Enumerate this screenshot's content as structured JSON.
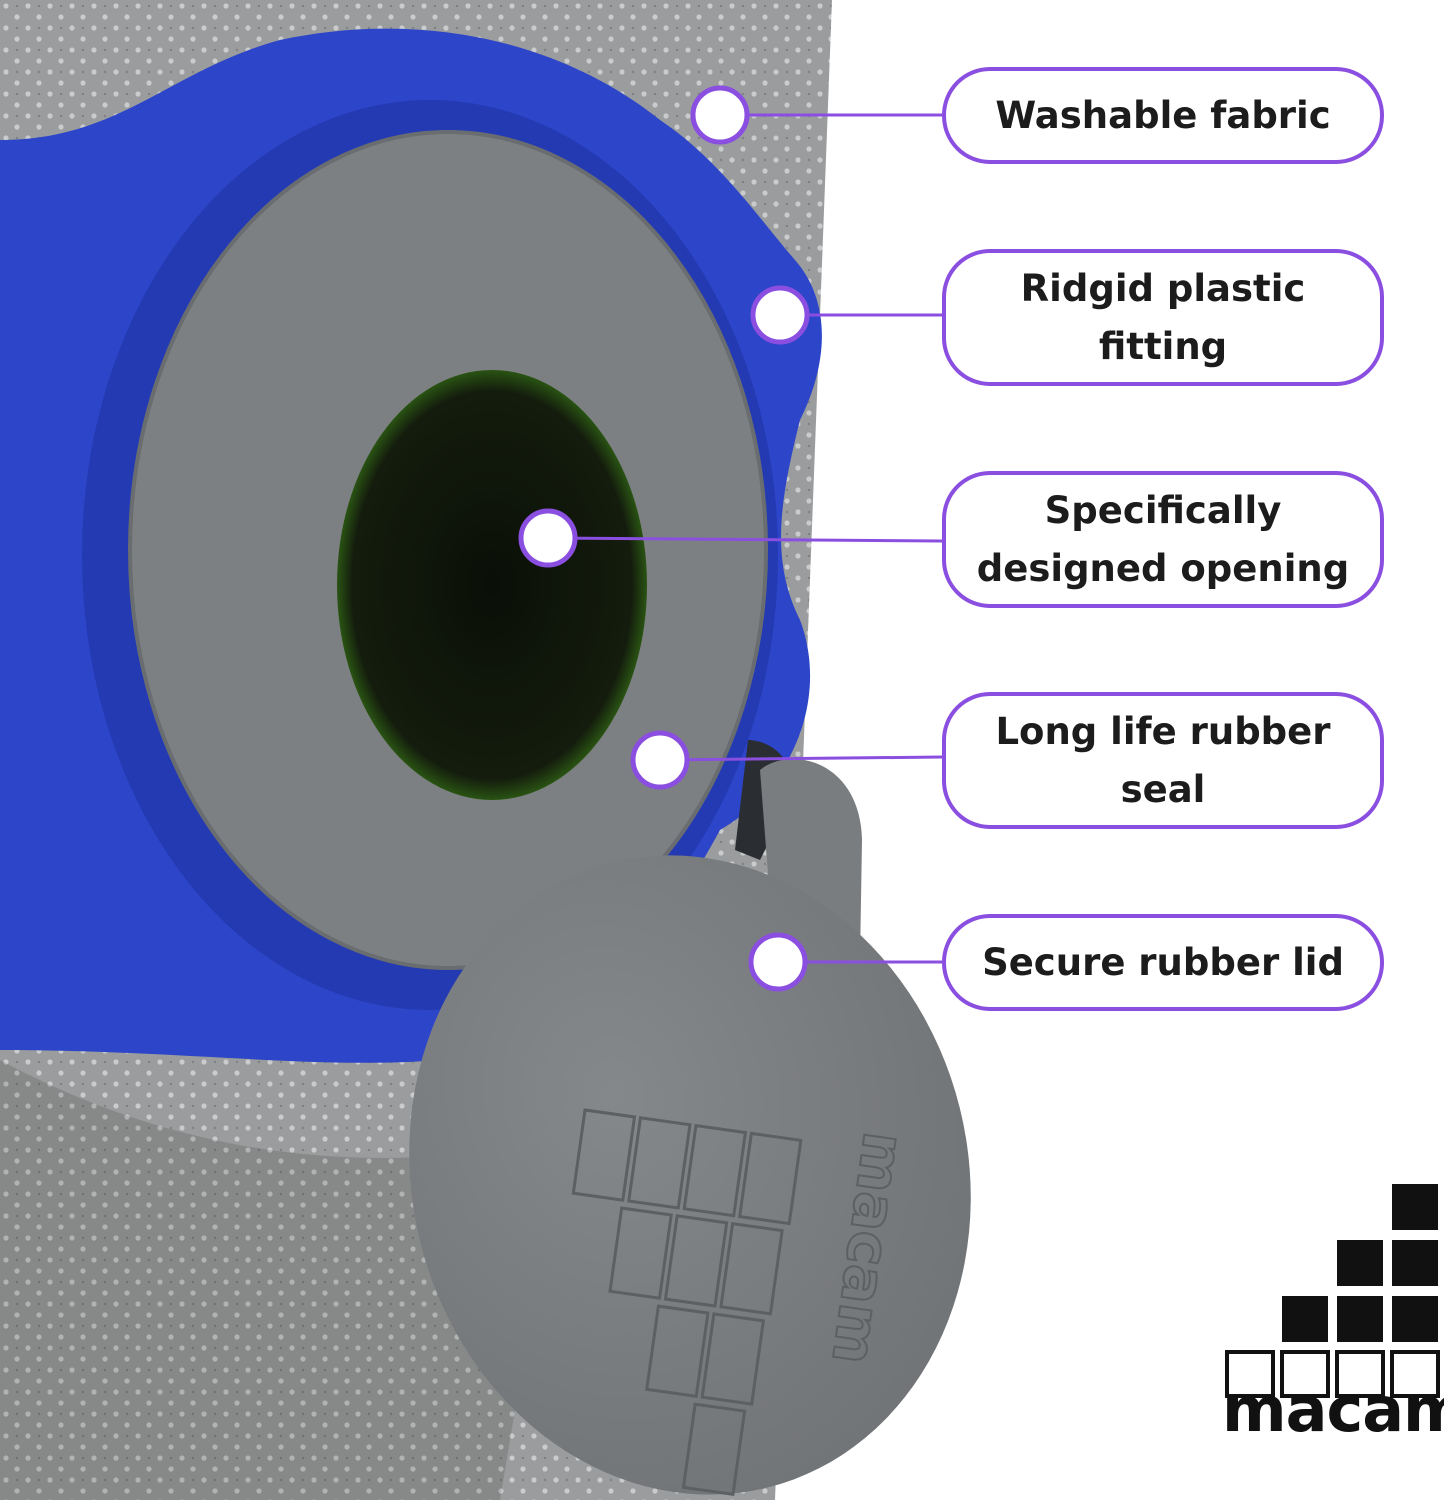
{
  "callouts": [
    {
      "lines": [
        "Washable fabric"
      ]
    },
    {
      "lines": [
        "Ridgid plastic",
        "fitting"
      ]
    },
    {
      "lines": [
        "Specifically",
        "designed opening"
      ]
    },
    {
      "lines": [
        "Long life rubber",
        "seal"
      ]
    },
    {
      "lines": [
        "Secure rubber lid"
      ]
    }
  ],
  "lid_engraving": "macam",
  "brand": {
    "name": "macam",
    "logo": "macam-block-logo"
  },
  "colors": {
    "accent": "#8a4fe0",
    "fitting_blue": "#2d45c8",
    "fabric_gray": "#9a9c9d",
    "rubber_gray": "#7d8083",
    "opening_dark": "#111a0c",
    "opening_green": "#4a9a1c",
    "brand_black": "#111111"
  }
}
